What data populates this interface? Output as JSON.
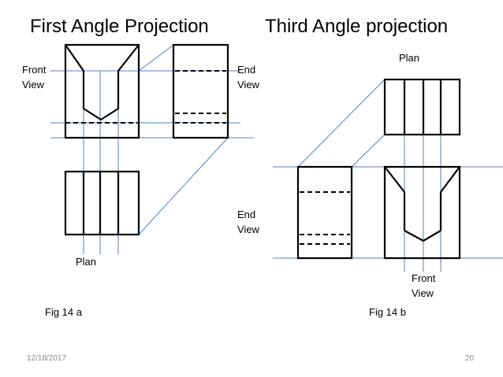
{
  "slide": {
    "left_title": "First Angle Projection",
    "right_title": "Third Angle projection",
    "first_angle": {
      "front_view_label_1": "Front",
      "front_view_label_2": "View",
      "end_view_top_label_1": "End",
      "end_view_top_label_2": "View",
      "end_view_bottom_label_1": "End",
      "end_view_bottom_label_2": "View",
      "plan_label": "Plan",
      "fig_caption": "Fig 14 a"
    },
    "third_angle": {
      "plan_label": "Plan",
      "front_view_label_1": "Front",
      "front_view_label_2": "View",
      "fig_caption": "Fig 14 b"
    },
    "footer": {
      "date": "12/18/2017",
      "page_number": "20"
    }
  },
  "colors": {
    "outline": "#000000",
    "projection_lines": "#4f81bd",
    "footer_text": "#8c8c8c"
  }
}
